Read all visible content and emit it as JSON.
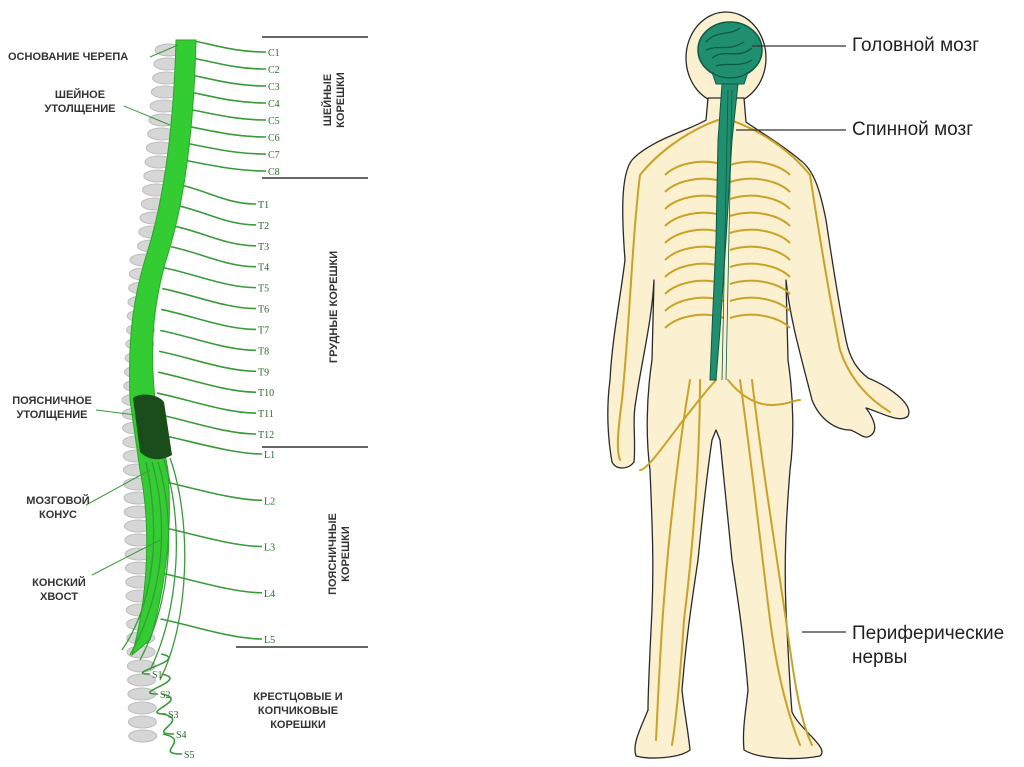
{
  "spine_labels": {
    "skull_base": "ОСНОВАНИЕ ЧЕРЕПА",
    "cervical_enlargement": [
      "ШЕЙНОЕ",
      "УТОЛЩЕНИЕ"
    ],
    "lumbar_enlargement": [
      "ПОЯСНИЧНОЕ",
      "УТОЛЩЕНИЕ"
    ],
    "conus": [
      "МОЗГОВОЙ",
      "КОНУС"
    ],
    "cauda_equina": [
      "КОНСКИЙ",
      "ХВОСТ"
    ]
  },
  "root_groups": {
    "cervical": [
      "ШЕЙНЫЕ",
      "КОРЕШКИ"
    ],
    "thoracic": "ГРУДНЫЕ КОРЕШКИ",
    "lumbar": [
      "ПОЯСНИЧНЫЕ",
      "КОРЕШКИ"
    ],
    "sacral": [
      "КРЕСТЦОВЫЕ И",
      "КОПЧИКОВЫЕ",
      "КОРЕШКИ"
    ]
  },
  "root_marks": {
    "cervical": [
      "C1",
      "C2",
      "C3",
      "C4",
      "C5",
      "C6",
      "C7",
      "C8"
    ],
    "thoracic": [
      "T1",
      "T2",
      "T3",
      "T4",
      "T5",
      "T6",
      "T7",
      "T8",
      "T9",
      "T10",
      "T11",
      "T12"
    ],
    "lumbar": [
      "L1",
      "L2",
      "L3",
      "L4",
      "L5"
    ],
    "sacral": [
      "S1",
      "S2",
      "S3",
      "S4",
      "S5"
    ]
  },
  "body_labels": {
    "brain": "Головной мозг",
    "spinal_cord": "Спинной мозг",
    "peripheral": [
      "Периферические",
      "нервы"
    ]
  },
  "colors": {
    "cord_green": "#33cc33",
    "root_green": "#3a9a3a",
    "dark_green": "#1a4d1a",
    "cns_teal": "#1f8f6f",
    "nerve_gold": "#c9a227",
    "skin": "#fbf0cf"
  }
}
